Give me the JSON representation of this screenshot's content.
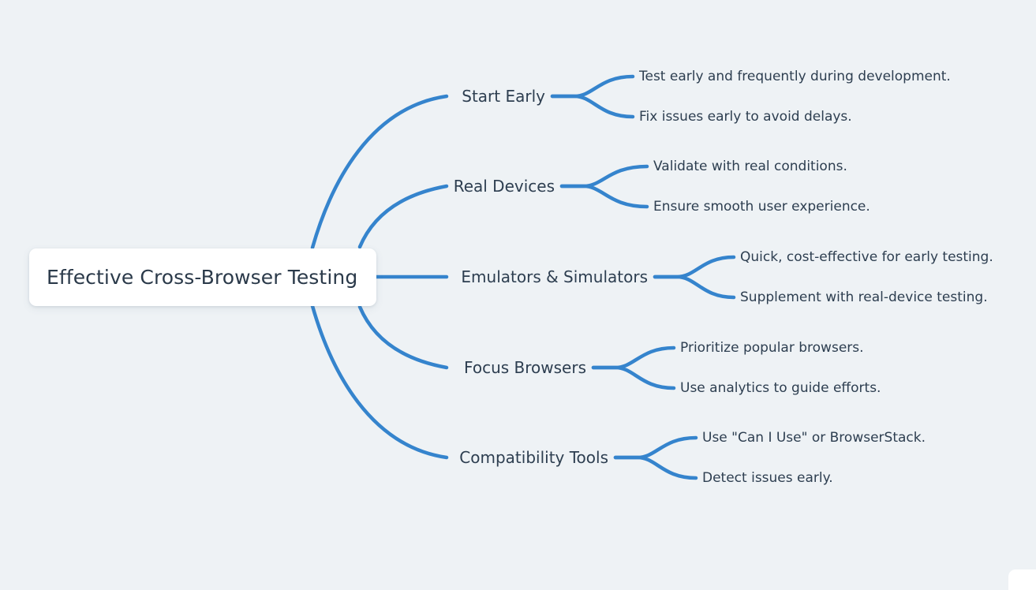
{
  "diagram": {
    "type": "mindmap",
    "title": "Effective Cross-Browser Testing",
    "colors": {
      "background": "#eef2f5",
      "edge": "#3584cd",
      "node_fill": "#ffffff",
      "text": "#2d3e50"
    },
    "root": {
      "label": "Effective Cross-Browser Testing"
    },
    "branches": [
      {
        "label": "Start Early",
        "children": [
          {
            "label": "Test early and frequently during development."
          },
          {
            "label": "Fix issues early to avoid delays."
          }
        ]
      },
      {
        "label": "Real Devices",
        "children": [
          {
            "label": "Validate with real conditions."
          },
          {
            "label": "Ensure smooth user experience."
          }
        ]
      },
      {
        "label": "Emulators & Simulators",
        "children": [
          {
            "label": "Quick, cost-effective for early testing."
          },
          {
            "label": "Supplement with real-device testing."
          }
        ]
      },
      {
        "label": "Focus Browsers",
        "children": [
          {
            "label": "Prioritize popular browsers."
          },
          {
            "label": "Use analytics to guide efforts."
          }
        ]
      },
      {
        "label": "Compatibility Tools",
        "children": [
          {
            "label": "Use \"Can I Use\" or BrowserStack."
          },
          {
            "label": "Detect issues early."
          }
        ]
      }
    ]
  }
}
